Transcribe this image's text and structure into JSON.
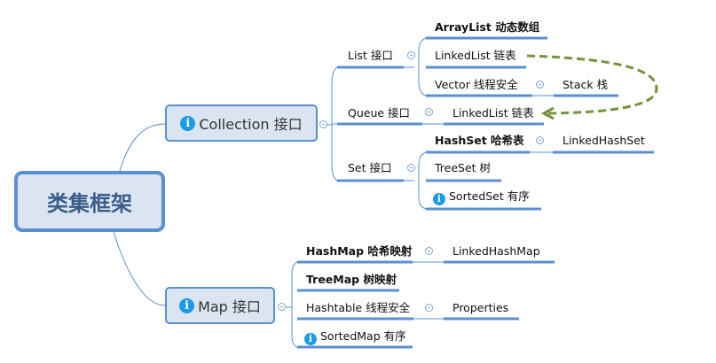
{
  "root": {
    "label": "类集框架"
  },
  "collection": {
    "label": "Collection 接口",
    "list": {
      "label": "List 接口",
      "children": [
        "ArrayList 动态数组",
        "LinkedList 链表",
        "Vector 线程安全"
      ],
      "vector_child": "Stack 栈"
    },
    "queue": {
      "label": "Queue 接口",
      "child": "LinkedList 链表"
    },
    "set": {
      "label": "Set 接口",
      "children": [
        "HashSet 哈希表",
        "TreeSet 树",
        "SortedSet 有序"
      ],
      "hashset_child": "LinkedHashSet"
    }
  },
  "map": {
    "label": "Map 接口",
    "children": [
      "HashMap 哈希映射",
      "TreeMap 树映射",
      "Hashtable 线程安全",
      "SortedMap 有序"
    ],
    "hashmap_child": "LinkedHashMap",
    "hashtable_child": "Properties"
  },
  "colors": {
    "line": "#5b8fd1",
    "node_fill": "#dbe5f1",
    "relation": "#76923c",
    "info": "#1a9be8"
  }
}
